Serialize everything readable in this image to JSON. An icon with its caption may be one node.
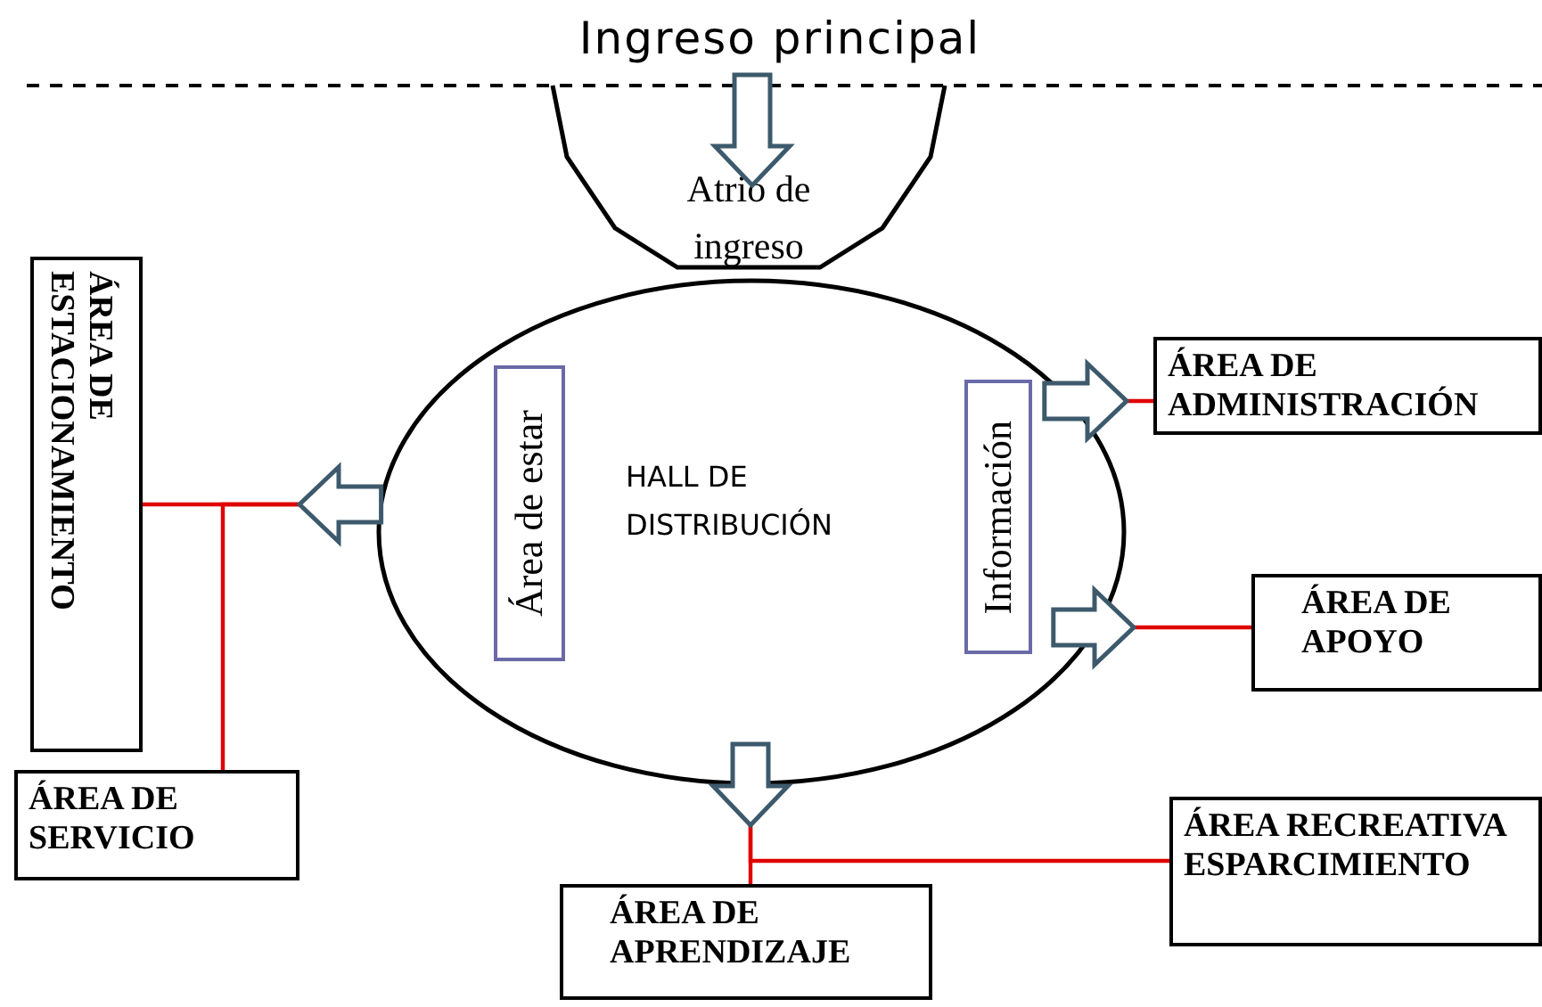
{
  "diagram": {
    "nodes": [
      {
        "text": [
          "Ingreso principal"
        ]
      },
      {
        "text": [
          "Atrio de ingreso"
        ]
      },
      {
        "text": [
          "HALL DE DISTRIBUCIÓN"
        ]
      },
      {
        "text": [
          "Área de estar"
        ],
        "in": 2
      },
      {
        "text": [
          "Información"
        ],
        "in": 2
      },
      {
        "text": [
          "ÁREA DE ESTACIONAMIENTO"
        ]
      },
      {
        "text": [
          "ÁREA DE SERVICIO"
        ]
      },
      {
        "text": [
          "ÁREA DE ADMINISTRACIÓN"
        ]
      },
      {
        "text": [
          "ÁREA DE APOYO"
        ]
      },
      {
        "text": [
          "ÁREA RECREATIVA ESPARCIMIENTO"
        ]
      },
      {
        "text": [
          "ÁREA DE APRENDIZAJE"
        ]
      }
    ],
    "edges": [
      {
        "from": 2,
        "to": 5,
        "arrow": "none",
        "color": "#e00000"
      },
      {
        "from": 2,
        "to": 6,
        "arrow": "none",
        "color": "#e00000"
      },
      {
        "from": 2,
        "to": 7,
        "arrow": "none",
        "color": "#e00000"
      },
      {
        "from": 2,
        "to": 8,
        "arrow": "none",
        "color": "#e00000"
      },
      {
        "from": 2,
        "to": 10,
        "arrow": "none",
        "color": "#e00000"
      },
      {
        "from": 2,
        "to": 9,
        "arrow": "none",
        "color": "#e00000"
      },
      {
        "from": 0,
        "to": 1,
        "arrow": "to",
        "style": "thick",
        "color": "#3d5a6c"
      },
      {
        "from": 2,
        "to": null,
        "arrow": "to",
        "style": "thick",
        "color": "#3d5a6c"
      },
      {
        "from": 2,
        "to": null,
        "arrow": "to",
        "style": "thick",
        "color": "#3d5a6c"
      },
      {
        "from": 2,
        "to": null,
        "arrow": "to",
        "style": "thick",
        "color": "#3d5a6c"
      },
      {
        "from": 2,
        "to": null,
        "arrow": "to",
        "style": "thick",
        "color": "#3d5a6c"
      }
    ]
  }
}
